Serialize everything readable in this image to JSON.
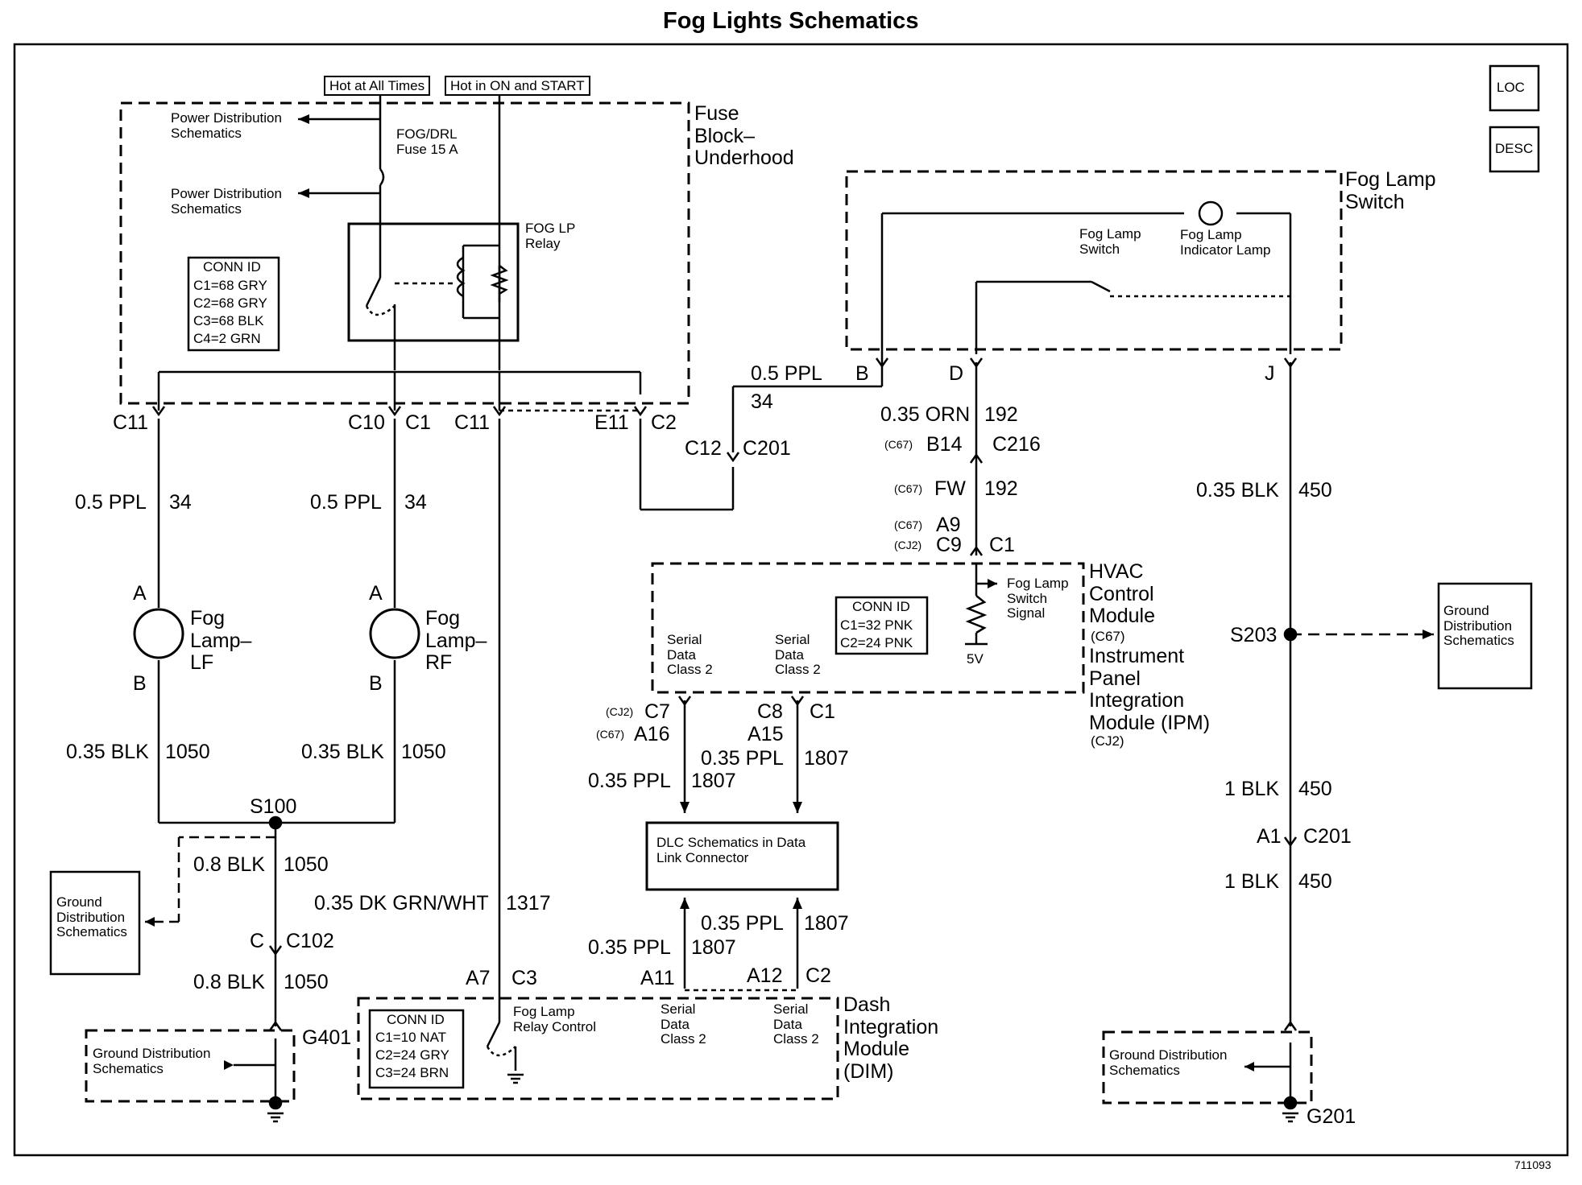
{
  "title": "Fog Lights Schematics",
  "figure_id": "711093",
  "icons": {
    "loc": "LOC",
    "desc": "DESC"
  },
  "power_labels": {
    "hot_all_times": "Hot at All Times",
    "hot_on_start": "Hot in ON and START"
  },
  "fuse_block": {
    "name": "Fuse Block– Underhood",
    "power_dist_1": "Power Distribution Schematics",
    "power_dist_2": "Power Distribution Schematics",
    "fuse": "FOG/DRL Fuse 15 A",
    "relay": "FOG LP Relay",
    "conn_title": "CONN ID",
    "conn_rows": [
      "C1=68 GRY",
      "C2=68 GRY",
      "C3=68 BLK",
      "C4=2 GRN"
    ],
    "pins": {
      "c11_left": "C11",
      "c10": "C10",
      "c1": "C1",
      "c11_mid": "C11",
      "e11": "E11",
      "c2": "C2"
    }
  },
  "lf_branch": {
    "wire_top": "0.5 PPL",
    "circuit_top": "34",
    "pin_a": "A",
    "pin_b": "B",
    "lamp": "Fog Lamp– LF",
    "wire_bot": "0.35 BLK",
    "circuit_bot": "1050"
  },
  "rf_branch": {
    "wire_top": "0.5 PPL",
    "circuit_top": "34",
    "pin_a": "A",
    "pin_b": "B",
    "lamp": "Fog Lamp– RF",
    "wire_bot": "0.35 BLK",
    "circuit_bot": "1050"
  },
  "splice_s100": "S100",
  "ground_left": {
    "wire1": "0.8 BLK",
    "circuit1": "1050",
    "pin_c": "C",
    "c102": "C102",
    "wire2": "0.8 BLK",
    "circuit2": "1050",
    "g401": "G401",
    "box_dist": "Ground Distribution Schematics",
    "box_bottom": "Ground Distribution Schematics"
  },
  "relay_control_wire": {
    "wire": "0.35 DK GRN/WHT",
    "circuit": "1317"
  },
  "c201_link": {
    "wire": "0.5 PPL",
    "circuit": "34",
    "pin_b": "B",
    "c12": "C12",
    "c201": "C201"
  },
  "fog_switch": {
    "name": "Fog Lamp Switch",
    "switch_label": "Fog Lamp Switch",
    "indicator_label": "Fog Lamp Indicator Lamp",
    "pin_d": "D",
    "pin_j": "J"
  },
  "hvac_feed": {
    "wire": "0.35 ORN",
    "circuit": "192",
    "b14_prefix": "(C67)",
    "b14": "B14",
    "c216": "C216",
    "fw_prefix": "(C67)",
    "fw": "FW",
    "fw_circuit": "192",
    "a9_prefix": "(C67)",
    "a9": "A9",
    "c9_prefix": "(CJ2)",
    "c9": "C9",
    "c1": "C1"
  },
  "hvac": {
    "name1": "HVAC Control Module",
    "name1_suffix": "(C67)",
    "name2": "Instrument Panel Integration Module (IPM)",
    "name2_suffix": "(CJ2)",
    "serial1": "Serial Data Class 2",
    "serial2": "Serial Data Class 2",
    "conn_title": "CONN ID",
    "conn_rows": [
      "C1=32 PNK",
      "C2=24 PNK"
    ],
    "signal": "Fog Lamp Switch Signal",
    "volt": "5V"
  },
  "serial_wires": {
    "c7_prefix": "(CJ2)",
    "c7": "C7",
    "a16_prefix": "(C67)",
    "a16": "A16",
    "c8": "C8",
    "c1": "C1",
    "a15": "A15",
    "w1": "0.35 PPL",
    "c1807a": "1807",
    "w2": "0.35 PPL",
    "c1807b": "1807",
    "w3": "0.35 PPL",
    "c1807c": "1807",
    "w4": "0.35 PPL",
    "c1807d": "1807"
  },
  "dlc": "DLC Schematics in Data Link Connector",
  "dim": {
    "name": "Dash Integration Module (DIM)",
    "conn_title": "CONN ID",
    "conn_rows": [
      "C1=10 NAT",
      "C2=24 GRY",
      "C3=24 BRN"
    ],
    "relay_control": "Fog Lamp Relay Control",
    "serial1": "Serial Data Class 2",
    "serial2": "Serial Data Class 2",
    "a7": "A7",
    "c3": "C3",
    "a11": "A11",
    "a12": "A12",
    "c2": "C2"
  },
  "right_ground": {
    "wire1": "0.35 BLK",
    "circuit1": "450",
    "s203": "S203",
    "box_dist": "Ground Distribution Schematics",
    "wire2": "1 BLK",
    "circuit2": "450",
    "a1": "A1",
    "c201": "C201",
    "wire3": "1 BLK",
    "circuit3": "450",
    "box_bottom": "Ground Distribution Schematics",
    "g201": "G201"
  }
}
